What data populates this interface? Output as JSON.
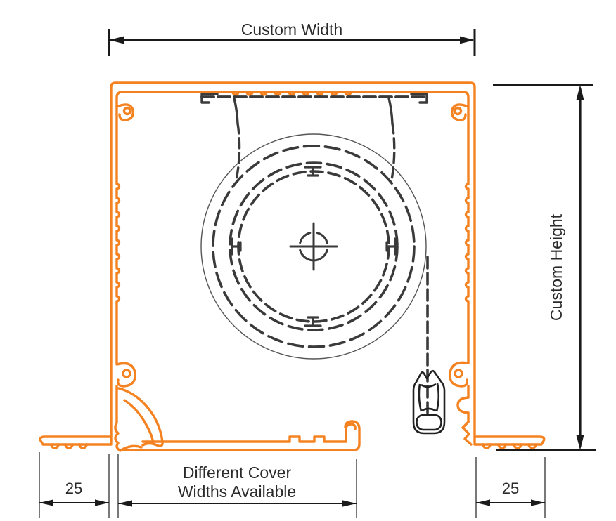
{
  "diagram": {
    "type": "roller-blind-cassette-cross-section",
    "labels": {
      "width": "Custom Width",
      "height": "Custom Height",
      "flange_left": "25",
      "flange_right": "25",
      "cover_line1": "Different Cover",
      "cover_line2": "Widths Available"
    },
    "colors": {
      "profile_orange": "#F58220",
      "drawing_lines": "#3A3A3A",
      "dimension_lines": "#1A1A1A",
      "background": "#FFFFFF"
    }
  }
}
